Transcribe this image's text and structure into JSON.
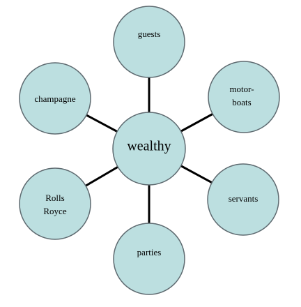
{
  "diagram": {
    "center": {
      "label": "wealthy"
    },
    "nodes": [
      {
        "id": "guests",
        "lines": [
          "guests"
        ]
      },
      {
        "id": "motorboats",
        "lines": [
          "motor-",
          "boats"
        ]
      },
      {
        "id": "servants",
        "lines": [
          "servants"
        ]
      },
      {
        "id": "parties",
        "lines": [
          "parties"
        ]
      },
      {
        "id": "rolls-royce",
        "lines": [
          "Rolls",
          "Royce"
        ]
      },
      {
        "id": "champagne",
        "lines": [
          "champagne"
        ]
      }
    ],
    "edges": [
      {
        "from": "wealthy",
        "to": "guests"
      },
      {
        "from": "wealthy",
        "to": "motorboats"
      },
      {
        "from": "wealthy",
        "to": "servants"
      },
      {
        "from": "wealthy",
        "to": "parties"
      },
      {
        "from": "wealthy",
        "to": "rolls-royce"
      },
      {
        "from": "wealthy",
        "to": "champagne"
      }
    ],
    "colors": {
      "node_fill": "#bcdfe0",
      "node_stroke": "#5e6a70",
      "edge": "#000000"
    }
  }
}
